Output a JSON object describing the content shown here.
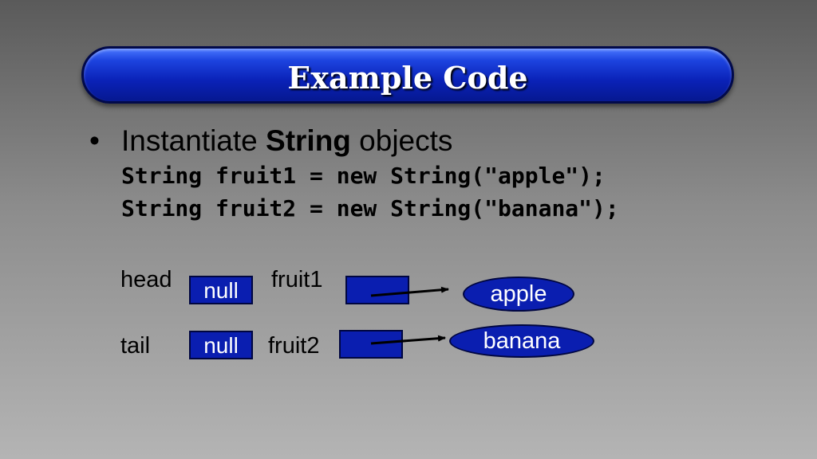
{
  "slide": {
    "title": "Example Code",
    "bullet": {
      "marker": "•",
      "text_before": "Instantiate ",
      "text_bold": "String",
      "text_after": " objects"
    },
    "code_lines": [
      "String fruit1 = new String(\"apple\");",
      "String fruit2 = new String(\"banana\");"
    ]
  },
  "diagram": {
    "head_label": "head",
    "head_value": "null",
    "tail_label": "tail",
    "tail_value": "null",
    "fruit1_label": "fruit1",
    "fruit2_label": "fruit2",
    "object1": "apple",
    "object2": "banana"
  },
  "colors": {
    "box_fill": "#0a1eb0",
    "title_bar": "#1d44e0"
  }
}
